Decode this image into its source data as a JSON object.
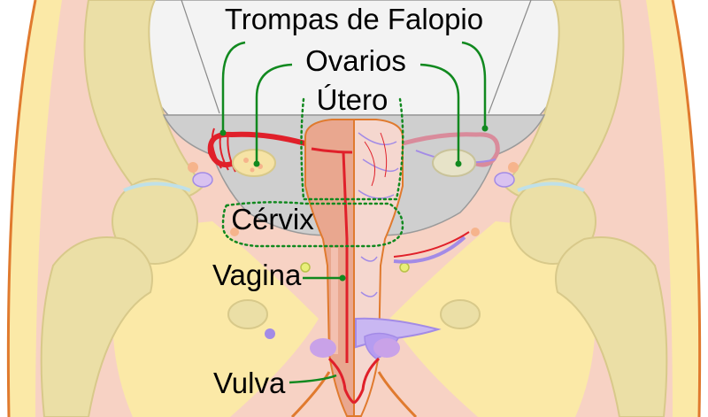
{
  "labels": {
    "fallopian_tubes": "Trompas de Falopio",
    "ovaries": "Ovarios",
    "uterus": "Útero",
    "cervix": "Cérvix",
    "vagina": "Vagina",
    "vulva": "Vulva"
  },
  "colors": {
    "leader_line": "#11891f",
    "skin": "#f7d2c4",
    "fat": "#fbe9a7",
    "bone": "#ebdfa6",
    "bone_shadow": "#d8c98a",
    "uterus_wall": "#e9a78f",
    "tube_red": "#e0202a",
    "ovary": "#f6e3a5",
    "pelvic_floor": "#cfcfcf",
    "vessel_violet": "#a38be6",
    "outline": "#e07a2e"
  }
}
